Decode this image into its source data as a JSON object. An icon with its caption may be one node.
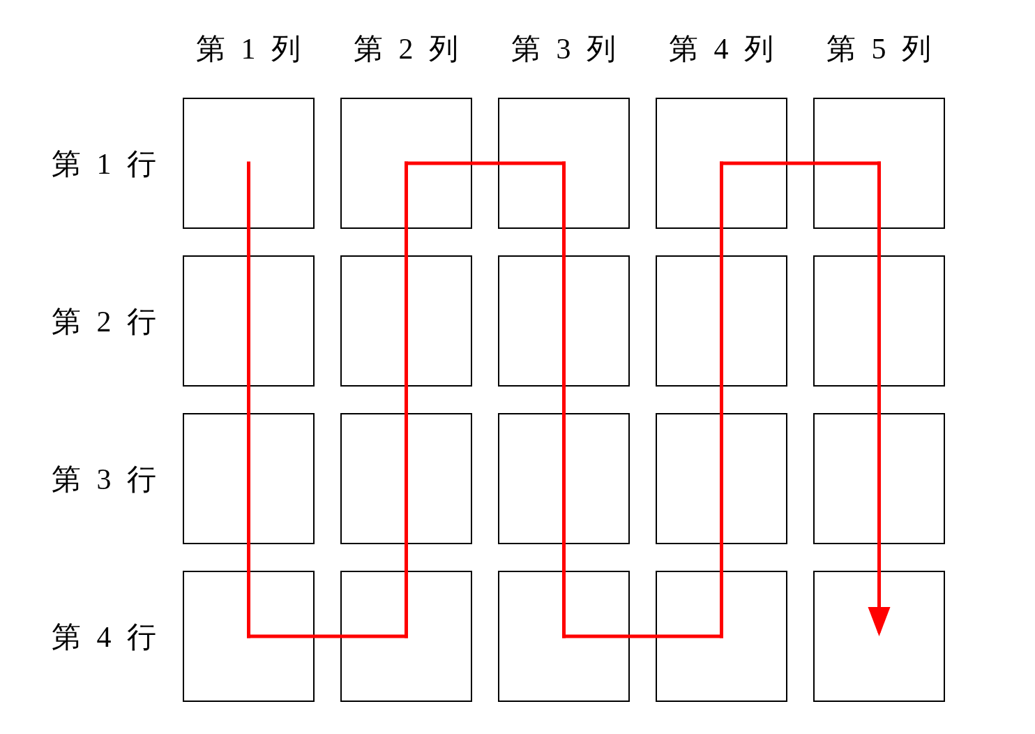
{
  "diagram": {
    "nodes": [
      {
        "text": [],
        "shape": "box"
      },
      {
        "text": [],
        "shape": "box"
      },
      {
        "text": [],
        "shape": "box"
      },
      {
        "text": [],
        "shape": "box"
      },
      {
        "text": [],
        "shape": "box"
      },
      {
        "text": [],
        "shape": "box"
      },
      {
        "text": [],
        "shape": "box"
      },
      {
        "text": [],
        "shape": "box"
      },
      {
        "text": [],
        "shape": "box"
      },
      {
        "text": [],
        "shape": "box"
      },
      {
        "text": [],
        "shape": "box"
      },
      {
        "text": [],
        "shape": "box"
      },
      {
        "text": [],
        "shape": "box"
      },
      {
        "text": [],
        "shape": "box"
      },
      {
        "text": [],
        "shape": "box"
      },
      {
        "text": [],
        "shape": "box"
      },
      {
        "text": [],
        "shape": "box"
      },
      {
        "text": [],
        "shape": "box"
      },
      {
        "text": [],
        "shape": "box"
      },
      {
        "text": [],
        "shape": "box"
      }
    ],
    "edges": [
      {
        "from": 0,
        "to": 5,
        "arrow": "none",
        "color": "#ff0000"
      },
      {
        "from": 5,
        "to": 10,
        "arrow": "none",
        "color": "#ff0000"
      },
      {
        "from": 10,
        "to": 15,
        "arrow": "none",
        "color": "#ff0000"
      },
      {
        "from": 15,
        "to": 16,
        "arrow": "none",
        "color": "#ff0000"
      },
      {
        "from": 16,
        "to": 11,
        "arrow": "none",
        "color": "#ff0000"
      },
      {
        "from": 11,
        "to": 6,
        "arrow": "none",
        "color": "#ff0000"
      },
      {
        "from": 6,
        "to": 1,
        "arrow": "none",
        "color": "#ff0000"
      },
      {
        "from": 1,
        "to": 2,
        "arrow": "none",
        "color": "#ff0000"
      },
      {
        "from": 2,
        "to": 7,
        "arrow": "none",
        "color": "#ff0000"
      },
      {
        "from": 7,
        "to": 12,
        "arrow": "none",
        "color": "#ff0000"
      },
      {
        "from": 12,
        "to": 17,
        "arrow": "none",
        "color": "#ff0000"
      },
      {
        "from": 17,
        "to": 18,
        "arrow": "none",
        "color": "#ff0000"
      },
      {
        "from": 18,
        "to": 13,
        "arrow": "none",
        "color": "#ff0000"
      },
      {
        "from": 13,
        "to": 8,
        "arrow": "none",
        "color": "#ff0000"
      },
      {
        "from": 8,
        "to": 3,
        "arrow": "none",
        "color": "#ff0000"
      },
      {
        "from": 3,
        "to": 4,
        "arrow": "none",
        "color": "#ff0000"
      },
      {
        "from": 4,
        "to": 9,
        "arrow": "none",
        "color": "#ff0000"
      },
      {
        "from": 9,
        "to": 14,
        "arrow": "none",
        "color": "#ff0000"
      },
      {
        "from": 14,
        "to": 19,
        "arrow": "to",
        "color": "#ff0000"
      }
    ],
    "labels": [
      "第 1 列",
      "第 2 列",
      "第 3 列",
      "第 4 列",
      "第 5 列",
      "第 1 行",
      "第 2 行",
      "第 3 行",
      "第 4 行"
    ]
  }
}
